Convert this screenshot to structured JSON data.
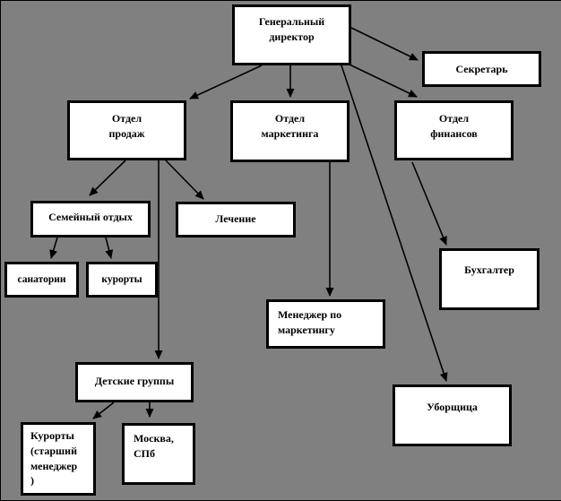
{
  "diagram": {
    "type": "org-chart",
    "language": "ru",
    "colors": {
      "background": "#808080",
      "node_fill": "#ffffff",
      "node_border": "#000000",
      "edge": "#000000"
    }
  },
  "nodes": {
    "general_director": {
      "label": "Генеральный\nдиректор"
    },
    "secretary": {
      "label": "Секретарь"
    },
    "sales_dept": {
      "label": "Отдел\nпродаж"
    },
    "marketing_dept": {
      "label": "Отдел\nмаркетинга"
    },
    "finance_dept": {
      "label": "Отдел\nфинансов"
    },
    "family_rest": {
      "label": "Семейный отдых"
    },
    "treatment": {
      "label": "Лечение"
    },
    "sanatoriums": {
      "label": "санатории"
    },
    "resorts": {
      "label": "курорты"
    },
    "marketing_manager": {
      "label": "Менеджер по\nмаркетингу"
    },
    "accountant": {
      "label": "Бухгалтер"
    },
    "children_groups": {
      "label": "Детские группы"
    },
    "cleaner": {
      "label": "Уборщица"
    },
    "resorts_senior_manager": {
      "label": "Курорты\n(старший\nменеджер\n)"
    },
    "moscow_spb": {
      "label": "Москва,\nСПб"
    }
  },
  "edges": [
    {
      "from": "general_director",
      "to": "sales_dept"
    },
    {
      "from": "general_director",
      "to": "marketing_dept"
    },
    {
      "from": "general_director",
      "to": "finance_dept"
    },
    {
      "from": "general_director",
      "to": "secretary"
    },
    {
      "from": "general_director",
      "to": "cleaner"
    },
    {
      "from": "sales_dept",
      "to": "family_rest"
    },
    {
      "from": "sales_dept",
      "to": "treatment"
    },
    {
      "from": "sales_dept",
      "to": "children_groups"
    },
    {
      "from": "family_rest",
      "to": "sanatoriums"
    },
    {
      "from": "family_rest",
      "to": "resorts"
    },
    {
      "from": "marketing_dept",
      "to": "marketing_manager"
    },
    {
      "from": "finance_dept",
      "to": "accountant"
    },
    {
      "from": "children_groups",
      "to": "resorts_senior_manager"
    },
    {
      "from": "children_groups",
      "to": "moscow_spb"
    }
  ]
}
